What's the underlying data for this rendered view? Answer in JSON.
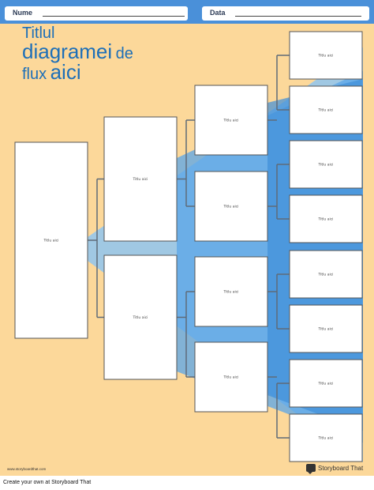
{
  "header": {
    "name_label": "Nume",
    "date_label": "Data"
  },
  "title": {
    "line1": "Titlul",
    "line2a": "diagramei",
    "line2b": "de",
    "line3a": "flux",
    "line3b": "aici"
  },
  "diagram": {
    "level1": [
      "Titlu aici"
    ],
    "level2": [
      "Titlu aici",
      "Titlu aici"
    ],
    "level3": [
      "Titlu aici",
      "Titlu aici",
      "Titlu aici",
      "Titlu aici"
    ],
    "level4": [
      "Titlu aici",
      "Titlu aici",
      "Titlu aici",
      "Titlu aici",
      "Titlu aici",
      "Titlu aici",
      "Titlu aici",
      "Titlu aici"
    ]
  },
  "footer": {
    "site": "www.storyboardthat.com",
    "brand": "Storyboard That",
    "caption": "Create your own at Storyboard That"
  },
  "colors": {
    "background": "#fcd89a",
    "header": "#4a90d9",
    "title": "#1d6fb8",
    "band": "#5aa5e8"
  }
}
